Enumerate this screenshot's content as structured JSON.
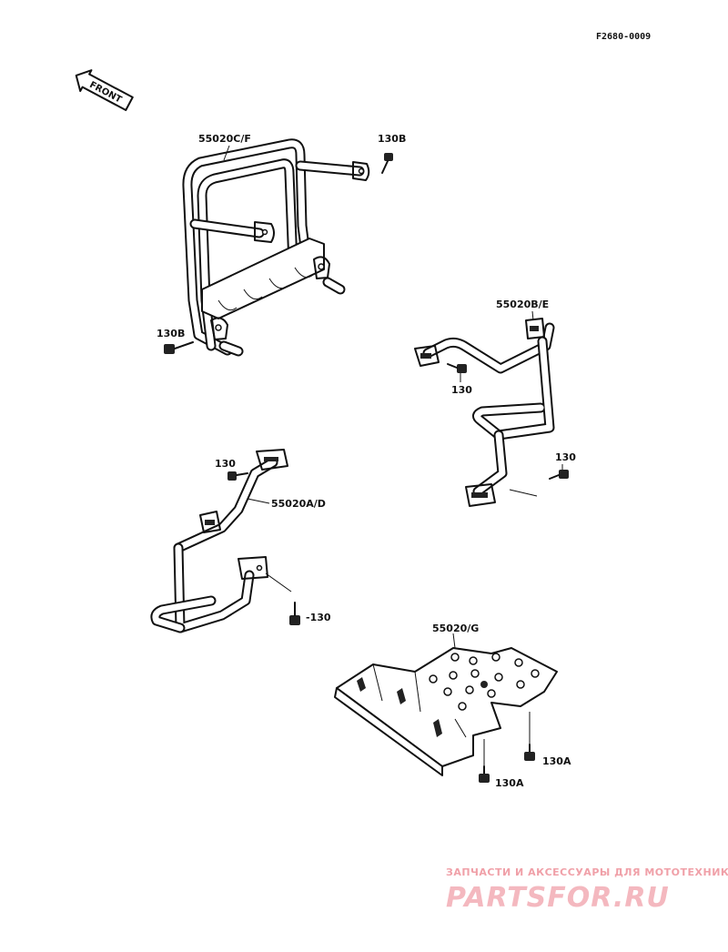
{
  "diagram_code": "F2680-0009",
  "front_arrow": {
    "text": "FRONT",
    "icon": "front-arrow-icon"
  },
  "parts": {
    "guard_rear": "55020C/F",
    "guard_right": "55020B/E",
    "guard_left": "55020A/D",
    "skid_plate": "55020/G"
  },
  "fasteners": {
    "bolt_130b_top": "130B",
    "bolt_130b_left": "130B",
    "bolt_130_right_upper": "130",
    "bolt_130_right_lower": "130",
    "bolt_130_left_upper": "130",
    "bolt_130_left_lower": "-130",
    "bolt_130a_right": "130A",
    "bolt_130a_left": "130A"
  },
  "watermark": {
    "tagline": "ЗАПЧАСТИ И АКСЕССУАРЫ ДЛЯ МОТОТЕХНИКИ",
    "brand": "PARTSFOR.RU",
    "color": "#f4b8bf"
  }
}
